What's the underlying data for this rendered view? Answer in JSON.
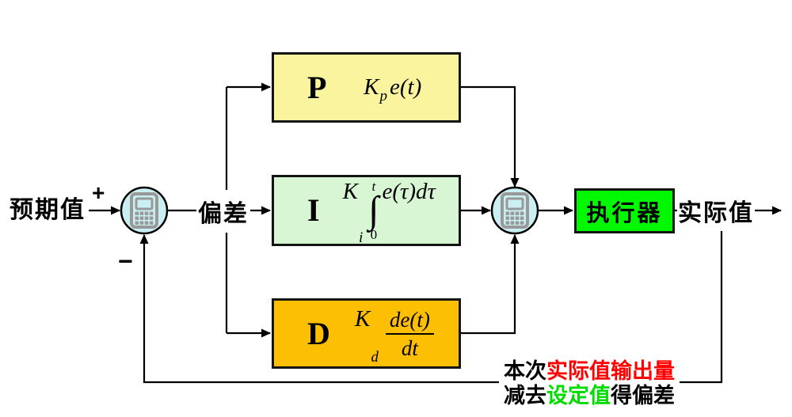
{
  "diagram": {
    "input_label": "预期值",
    "plus_sign": "+",
    "minus_sign": "−",
    "error_label": "偏差",
    "output_label": "实际值",
    "junction_icon": "calculator",
    "blocks": {
      "p": {
        "letter": "P",
        "coef": "K",
        "coef_sub": "p",
        "expr": "e(t)",
        "fill": "#FBF49E"
      },
      "i": {
        "letter": "I",
        "coef": "K",
        "coef_sub": "i",
        "integral_upper": "t",
        "integral_sign": "∫",
        "integral_lower": "0",
        "expr": "e(τ)dτ",
        "fill": "#D8F6D4"
      },
      "d": {
        "letter": "D",
        "coef": "K",
        "coef_sub": "d",
        "frac_num": "de(t)",
        "frac_den": "dt",
        "fill": "#FCBF04"
      }
    },
    "actuator": {
      "label": "执行器",
      "fill": "#00F800"
    },
    "note": {
      "line1_prefix": "本次",
      "line1_highlight": "实际值输出量",
      "line2_prefix": "减去",
      "line2_highlight": "设定值",
      "line2_suffix": "得偏差",
      "highlight1_color": "#FF0000",
      "highlight2_color": "#00DC00"
    },
    "colors": {
      "junction_fill": "#C9EFF2",
      "calculator_icon": "#999999",
      "wire": "#000000"
    }
  }
}
